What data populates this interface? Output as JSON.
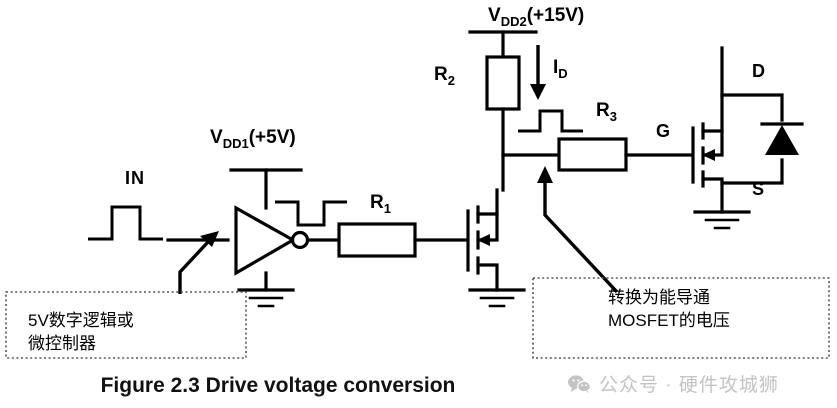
{
  "figure": {
    "caption": "Figure 2.3 Drive voltage conversion",
    "title": "Drive voltage conversion"
  },
  "labels": {
    "input_signal": "IN",
    "supply_1": {
      "name": "V",
      "subscript": "DD1",
      "value": "(+5V)"
    },
    "supply_2": {
      "name": "V",
      "subscript": "DD2",
      "value": "(+15V)"
    },
    "current": {
      "name": "I",
      "subscript": "D"
    },
    "r1": {
      "name": "R",
      "subscript": "1"
    },
    "r2": {
      "name": "R",
      "subscript": "2"
    },
    "r3": {
      "name": "R",
      "subscript": "3"
    },
    "gate": "G",
    "drain": "D",
    "source": "S"
  },
  "annotations": {
    "left_note": "5V数字逻辑或\n微控制器",
    "right_note": "转换为能导通\nMOSFET的电压"
  },
  "watermark": {
    "icon": "wechat-icon",
    "text": "公众号 · 硬件攻城狮"
  },
  "colors": {
    "line": "#000000",
    "background": "#ffffff",
    "annotation_border": "#555555",
    "watermark": "#c3c3c3"
  },
  "icons": {
    "buffer": "inverter-triangle-icon",
    "bubble": "inverting-bubble-icon",
    "ground": "ground-icon",
    "mosfet": "n-mosfet-icon",
    "body_diode": "body-diode-icon",
    "arrow": "callout-arrow-icon"
  },
  "chart_data": {
    "type": "diagram",
    "title": "Drive voltage conversion",
    "waveforms": [
      {
        "name": "IN pulse (5V logic input)",
        "shape": "low-high-low",
        "location": "left of buffer"
      },
      {
        "name": "Inverted buffer output",
        "shape": "high-low-high",
        "location": "right of buffer"
      },
      {
        "name": "Drain node pulse (15V)",
        "shape": "low-high-low",
        "location": "below R2"
      }
    ],
    "components": [
      "R1",
      "R2",
      "R3",
      "inverter-buffer",
      "small-signal-MOSFET",
      "power-MOSFET"
    ],
    "nets": [
      "VDD1 +5V",
      "VDD2 +15V",
      "GND",
      "Gate G",
      "Drain D",
      "Source S"
    ]
  }
}
